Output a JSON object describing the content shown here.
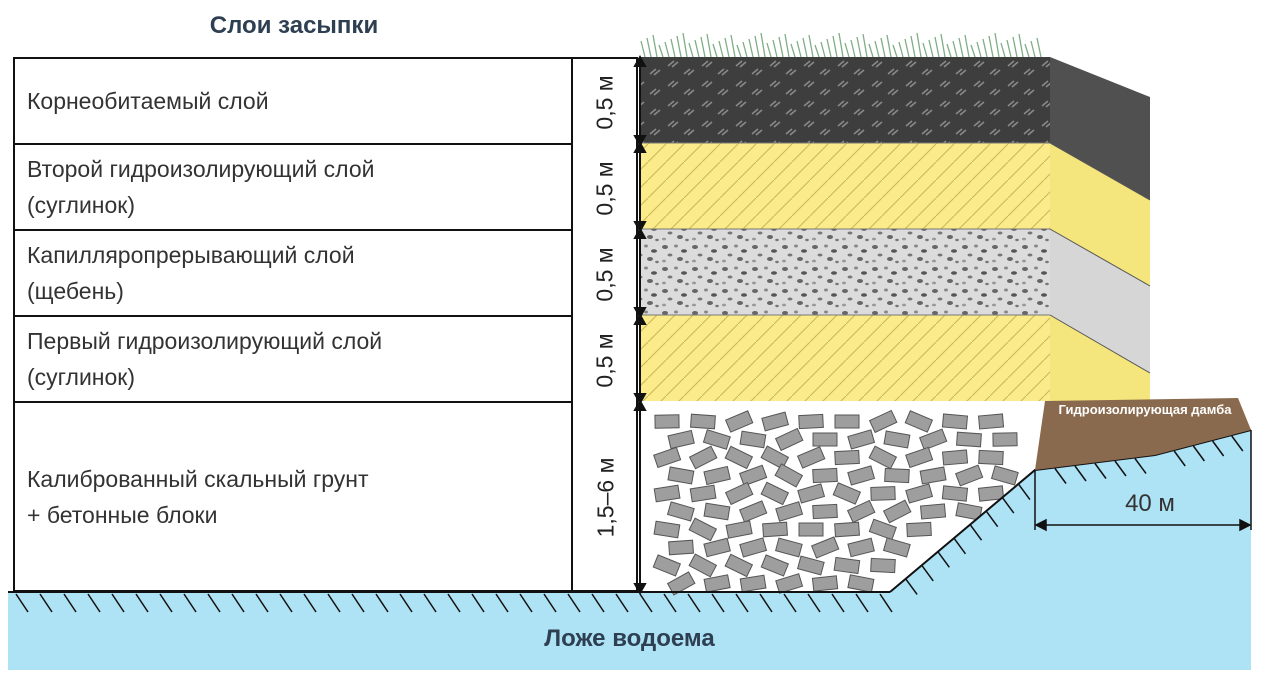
{
  "title": "Слои засыпки",
  "layers": [
    {
      "name": "Корнеобитаемый слой",
      "thickness": "0,5 м",
      "fill": "#3e3e3e",
      "side": "#505050"
    },
    {
      "name": "Второй гидроизолирующий слой\n(суглинок)",
      "thickness": "0,5 м",
      "fill": "#fbeb8a",
      "side": "#f4e57c"
    },
    {
      "name": "Капилляропрерывающий слой\n(щебень)",
      "thickness": "0,5 м",
      "fill": "#d8d8d8",
      "side": "#d6d6d6"
    },
    {
      "name": "Первый гидроизолирующий слой\n(суглинок)",
      "thickness": "0,5 м",
      "fill": "#fbeb8a",
      "side": "#f4e57c"
    },
    {
      "name": "Калиброванный скальный грунт\n+ бетонные блоки",
      "thickness": "1,5–6 м",
      "fill": "#ffffff",
      "side": "#ffffff"
    }
  ],
  "dam": {
    "label": "Гидроизолирующая дамба",
    "width": "40 м",
    "color": "#8a6a4e"
  },
  "bed": {
    "label": "Ложе водоема",
    "color": "#aee2f5"
  }
}
